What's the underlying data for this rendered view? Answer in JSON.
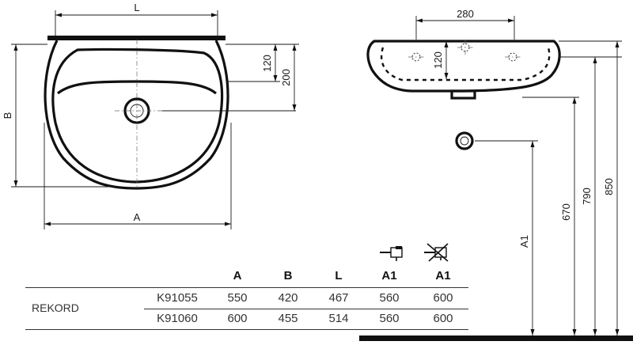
{
  "front_view": {
    "width_label": "L",
    "height_label": "B",
    "base_label": "A",
    "dim_inner": "120",
    "dim_outer": "200"
  },
  "side_view": {
    "top_dim": "280",
    "tap_dim": "120",
    "height_dims": [
      "670",
      "790",
      "850"
    ],
    "siphon_label": "A1"
  },
  "table": {
    "headers": [
      "A",
      "B",
      "L",
      "A1",
      "A1"
    ],
    "series_name": "REKORD",
    "rows": [
      {
        "code": "K91055",
        "values": [
          "550",
          "420",
          "467",
          "560",
          "600"
        ]
      },
      {
        "code": "K91060",
        "values": [
          "600",
          "455",
          "514",
          "560",
          "600"
        ]
      }
    ],
    "icons": [
      "siphon-with-drain-icon",
      "siphon-crossed-out-icon"
    ]
  }
}
